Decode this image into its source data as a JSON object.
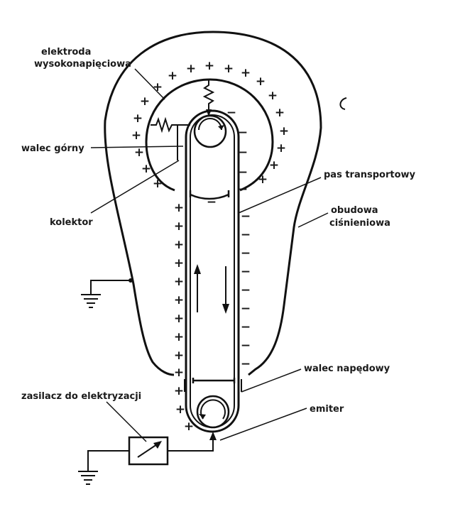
{
  "labels": {
    "hv_electrode_line1": "elektroda",
    "hv_electrode_line2": "wysokonapięciowa",
    "upper_roller": "walec górny",
    "collector": "kolektor",
    "belt": "pas transportowy",
    "housing_line1": "obudowa",
    "housing_line2": "ciśnieniowa",
    "drive_roller": "walec napędowy",
    "power_supply": "zasilacz do elektryzacji",
    "emitter": "emiter"
  },
  "symbols": {
    "plus": "+",
    "minus": "−"
  },
  "colors": {
    "ink": "#111111",
    "paper": "#ffffff"
  }
}
